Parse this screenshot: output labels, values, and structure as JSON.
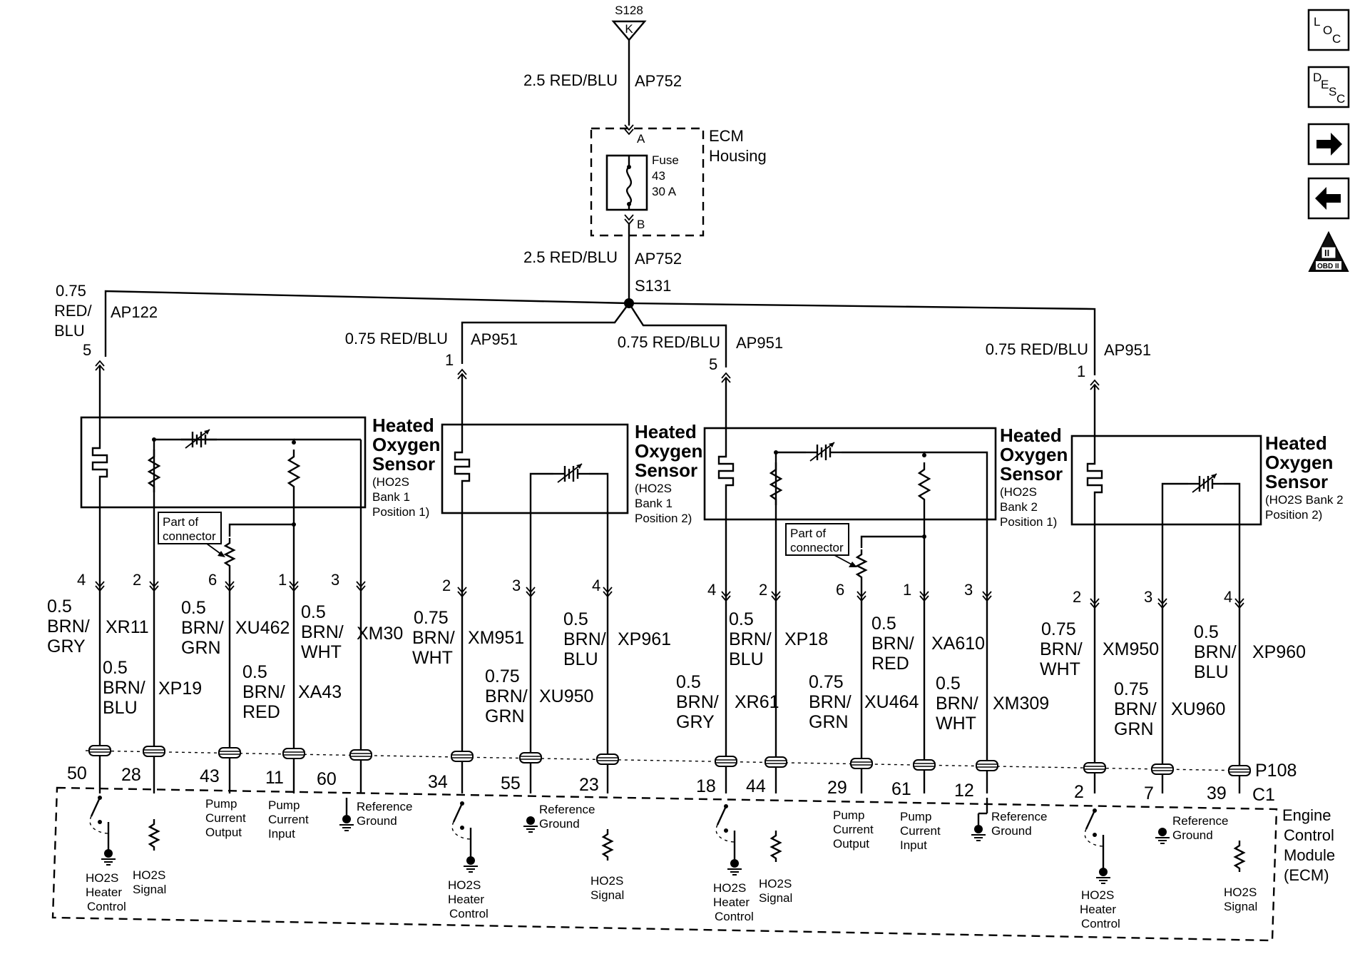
{
  "top": {
    "splice_top": "S128",
    "splice_top_letter": "K",
    "feed_wire_1": "2.5 RED/BLU",
    "feed_circuit_1": "AP752",
    "feed_wire_2": "2.5 RED/BLU",
    "feed_circuit_2": "AP752",
    "splice_main": "S131",
    "fuse_pin_a": "A",
    "fuse_pin_b": "B",
    "fuse_line1": "Fuse",
    "fuse_line2": "43",
    "fuse_line3": "30 A",
    "housing_line1": "ECM",
    "housing_line2": "Housing"
  },
  "sensors": [
    {
      "title": [
        "Heated",
        "Oxygen",
        "Sensor"
      ],
      "sub": [
        "(HO2S",
        "Bank 1",
        "Position 1)"
      ],
      "feed": {
        "gauge": [
          "0.75",
          "RED/",
          "BLU"
        ],
        "circuit": "AP122",
        "pin": "5"
      },
      "part_of_connector": [
        "Part of",
        "connector"
      ],
      "wires": [
        {
          "pin_top": "4",
          "gauge": [
            "0.5",
            "BRN/",
            "GRY"
          ],
          "circuit": "XR11",
          "pin_bottom": "50",
          "func": [
            "HO2S",
            "Heater",
            "Control"
          ]
        },
        {
          "pin_top": "2",
          "gauge": [
            "0.5",
            "BRN/",
            "BLU"
          ],
          "circuit": "XP19",
          "pin_bottom": "28",
          "func": [
            "HO2S",
            "Signal"
          ]
        },
        {
          "pin_top": "6",
          "gauge": [
            "0.5",
            "BRN/",
            "GRN"
          ],
          "circuit": "XU462",
          "pin_bottom": "43",
          "func": [
            "Pump",
            "Current",
            "Output"
          ]
        },
        {
          "pin_top": "1",
          "gauge": [
            "0.5",
            "BRN/",
            "RED"
          ],
          "circuit": "XA43",
          "pin_bottom": "11",
          "func": [
            "Pump",
            "Current",
            "Input"
          ]
        },
        {
          "pin_top": "3",
          "gauge": [
            "0.5",
            "BRN/",
            "WHT"
          ],
          "circuit": "XM30",
          "pin_bottom": "60",
          "func": [
            "Reference",
            "Ground"
          ]
        }
      ]
    },
    {
      "title": [
        "Heated",
        "Oxygen",
        "Sensor"
      ],
      "sub": [
        "(HO2S",
        "Bank 1",
        "Position 2)"
      ],
      "feed": {
        "gauge": "0.75 RED/BLU",
        "circuit": "AP951",
        "pin": "1"
      },
      "wires": [
        {
          "pin_top": "2",
          "gauge": [
            "0.75",
            "BRN/",
            "WHT"
          ],
          "circuit": "XM951",
          "pin_bottom": "34",
          "func": [
            "HO2S",
            "Heater",
            "Control"
          ]
        },
        {
          "pin_top": "3",
          "gauge": [
            "0.75",
            "BRN/",
            "GRN"
          ],
          "circuit": "XU950",
          "pin_bottom": "55",
          "func": [
            "Reference",
            "Ground"
          ]
        },
        {
          "pin_top": "4",
          "gauge": [
            "0.5",
            "BRN/",
            "BLU"
          ],
          "circuit": "XP961",
          "pin_bottom": "23",
          "func": [
            "HO2S",
            "Signal"
          ]
        }
      ]
    },
    {
      "title": [
        "Heated",
        "Oxygen",
        "Sensor"
      ],
      "sub": [
        "(HO2S",
        "Bank 2",
        "Position 1)"
      ],
      "feed": {
        "gauge": "0.75 RED/BLU",
        "circuit": "AP951",
        "pin": "5"
      },
      "part_of_connector": [
        "Part of",
        "connector"
      ],
      "wires": [
        {
          "pin_top": "4",
          "gauge": [
            "0.5",
            "BRN/",
            "GRY"
          ],
          "circuit": "XR61",
          "pin_bottom": "18",
          "func": [
            "HO2S",
            "Heater",
            "Control"
          ]
        },
        {
          "pin_top": "2",
          "gauge": [
            "0.5",
            "BRN/",
            "BLU"
          ],
          "circuit": "XP18",
          "pin_bottom": "44",
          "func": [
            "HO2S",
            "Signal"
          ]
        },
        {
          "pin_top": "6",
          "gauge": [
            "0.75",
            "BRN/",
            "GRN"
          ],
          "circuit": "XU464",
          "pin_bottom": "29",
          "func": [
            "Pump",
            "Current",
            "Output"
          ]
        },
        {
          "pin_top": "1",
          "gauge": [
            "0.5",
            "BRN/",
            "RED"
          ],
          "circuit": "XA610",
          "pin_bottom": "61",
          "func": [
            "Pump",
            "Current",
            "Input"
          ]
        },
        {
          "pin_top": "3",
          "gauge": [
            "0.5",
            "BRN/",
            "WHT"
          ],
          "circuit": "XM309",
          "pin_bottom": "12",
          "func": [
            "Reference",
            "Ground"
          ]
        }
      ]
    },
    {
      "title": [
        "Heated",
        "Oxygen",
        "Sensor"
      ],
      "sub": [
        "(HO2S Bank 2",
        "Position 2)"
      ],
      "feed": {
        "gauge": "0.75 RED/BLU",
        "circuit": "AP951",
        "pin": "1"
      },
      "wires": [
        {
          "pin_top": "2",
          "gauge": [
            "0.75",
            "BRN/",
            "WHT"
          ],
          "circuit": "XM950",
          "pin_bottom": "2",
          "func": [
            "HO2S",
            "Heater",
            "Control"
          ]
        },
        {
          "pin_top": "3",
          "gauge": [
            "0.75",
            "BRN/",
            "GRN"
          ],
          "circuit": "XU960",
          "pin_bottom": "7",
          "func": [
            "Reference",
            "Ground"
          ]
        },
        {
          "pin_top": "4",
          "gauge": [
            "0.5",
            "BRN/",
            "BLU"
          ],
          "circuit": "XP960",
          "pin_bottom": "39",
          "func": [
            "HO2S",
            "Signal"
          ]
        }
      ]
    }
  ],
  "connector": {
    "name": "P108",
    "name2": "C1"
  },
  "ecm": {
    "lines": [
      "Engine",
      "Control",
      "Module",
      "(ECM)"
    ]
  },
  "nav": {
    "loc": {
      "l": "L",
      "o": "O",
      "c": "C"
    },
    "desc": {
      "d": "D",
      "e": "E",
      "s": "S",
      "c": "C"
    },
    "obd_top": "II",
    "obd_label": "OBD II"
  }
}
